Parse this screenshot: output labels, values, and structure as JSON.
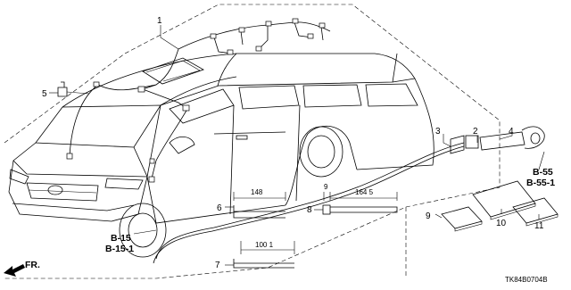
{
  "callouts": {
    "c1": "1",
    "c2": "2",
    "c3": "3",
    "c4": "4",
    "c5": "5",
    "c6": "6",
    "c7": "7",
    "c8": "8",
    "c9": "9",
    "c10": "10",
    "c11": "11"
  },
  "references": {
    "b55": "B-55",
    "b55_1": "B-55-1",
    "b15": "B-15",
    "b15_1": "B-15-1"
  },
  "dimensions": {
    "d148": "148",
    "d9": "9",
    "d1645": "164 5",
    "d1001": "100 1"
  },
  "direction": {
    "label": "FR."
  },
  "diagram_code": "TK84B0704B"
}
